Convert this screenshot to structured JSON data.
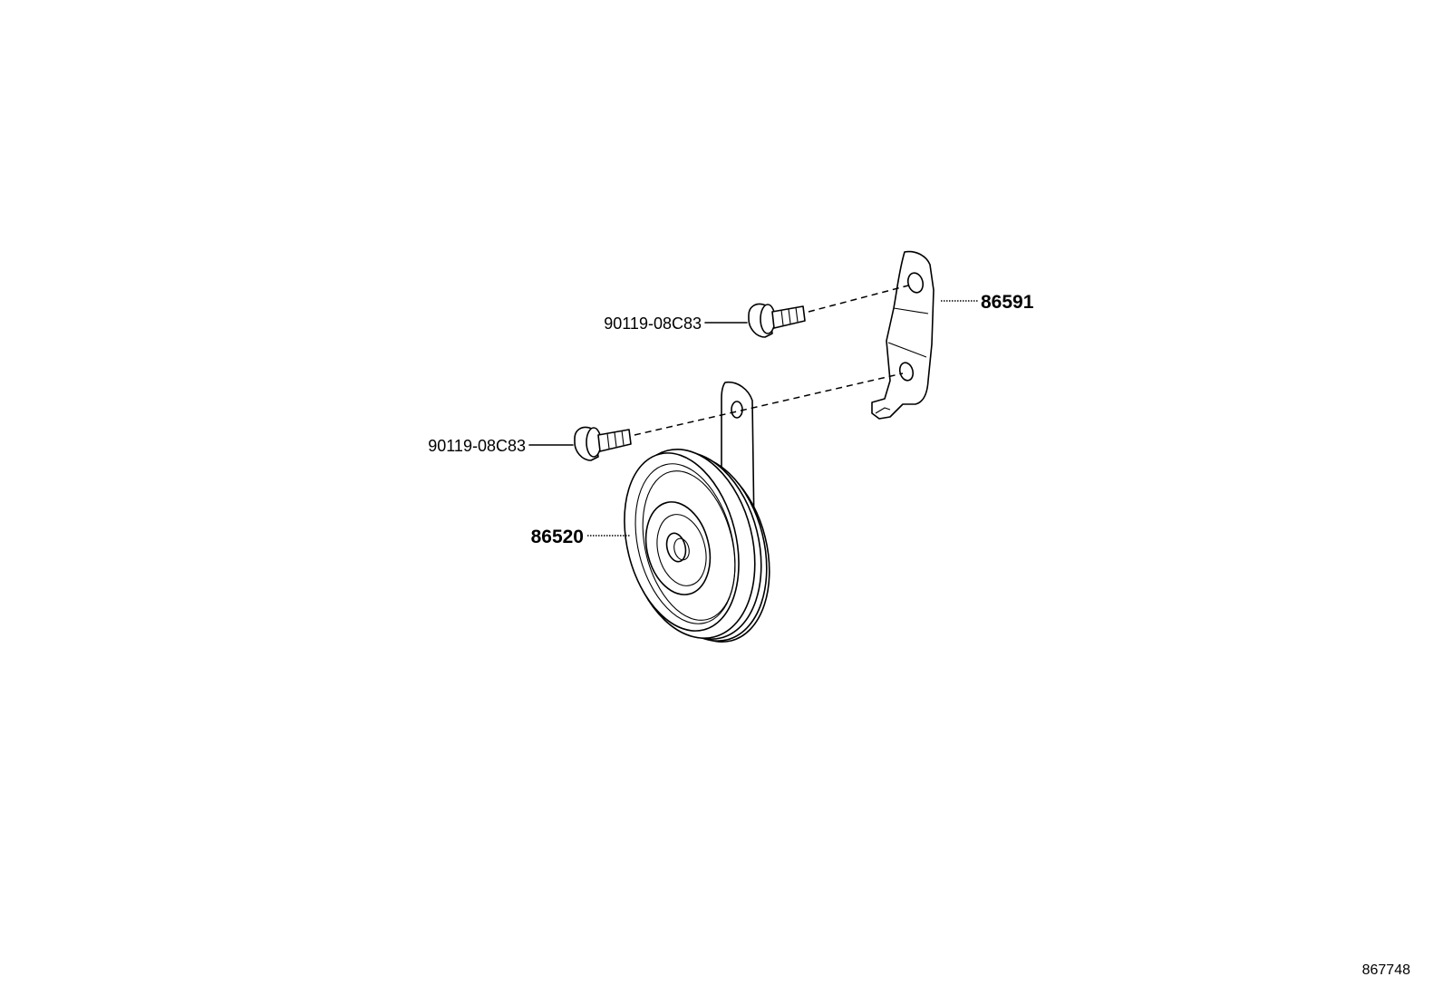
{
  "diagram_id": "867748",
  "callouts": {
    "bolt_upper": "90119-08C83",
    "bolt_lower": "90119-08C83",
    "bracket": "86591",
    "horn": "86520"
  }
}
